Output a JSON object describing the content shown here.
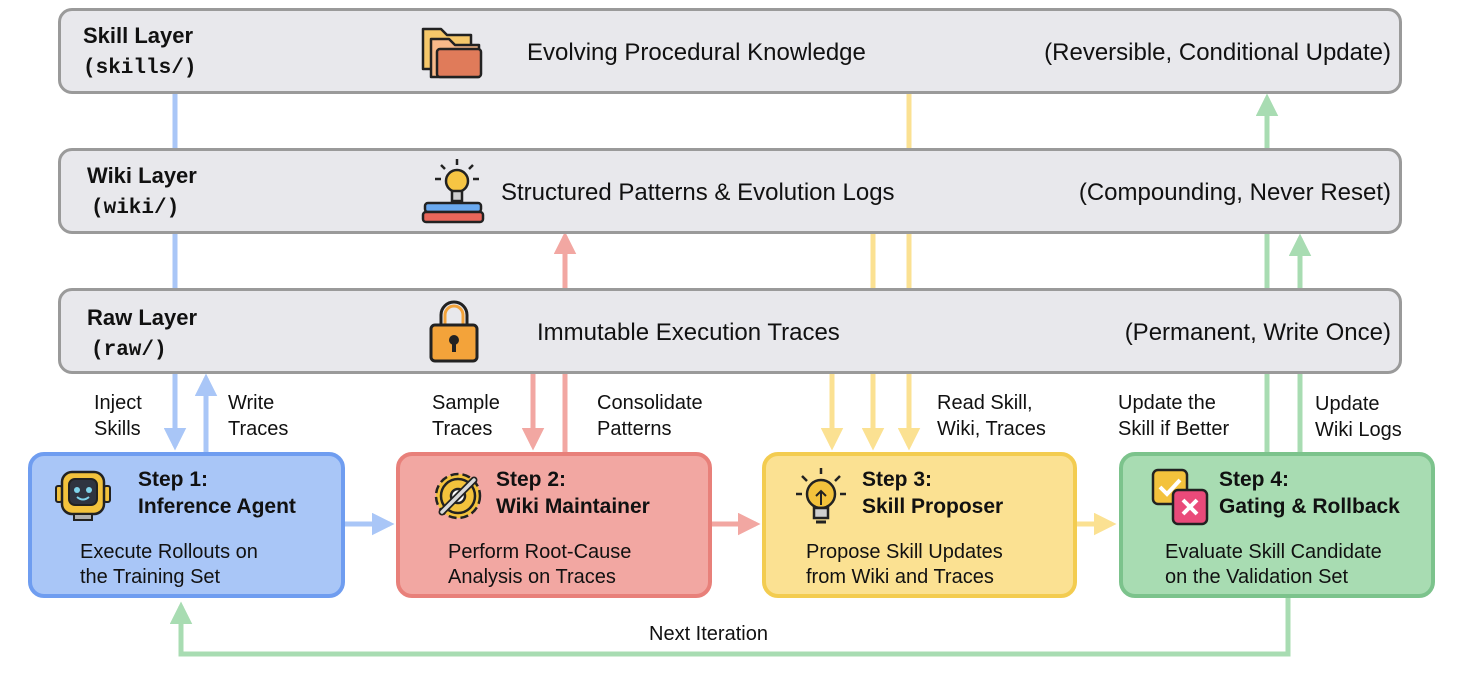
{
  "layers": {
    "skill": {
      "name": "Skill Layer",
      "dir": "(skills/)",
      "desc": "Evolving Procedural Knowledge",
      "note": "(Reversible, Conditional Update)",
      "icon": "folder-icon"
    },
    "wiki": {
      "name": "Wiki Layer",
      "dir": "(wiki/)",
      "desc": "Structured Patterns & Evolution Logs",
      "note": "(Compounding, Never Reset)",
      "icon": "lightbulb-books-icon"
    },
    "raw": {
      "name": "Raw Layer",
      "dir": "(raw/)",
      "desc": "Immutable Execution Traces",
      "note": "(Permanent, Write Once)",
      "icon": "padlock-icon"
    }
  },
  "steps": [
    {
      "title1": "Step 1:",
      "title2": "Inference Agent",
      "desc1": "Execute Rollouts on",
      "desc2": "the Training Set",
      "icon": "robot-icon",
      "color": "#6f9df0"
    },
    {
      "title1": "Step 2:",
      "title2": "Wiki Maintainer",
      "desc1": "Perform Root-Cause",
      "desc2": "Analysis on Traces",
      "icon": "gear-wrench-icon",
      "color": "#e8807a"
    },
    {
      "title1": "Step 3:",
      "title2": "Skill Proposer",
      "desc1": "Propose Skill Updates",
      "desc2": "from Wiki and Traces",
      "icon": "lightbulb-icon",
      "color": "#f3cc50"
    },
    {
      "title1": "Step 4:",
      "title2": "Gating & Rollback",
      "desc1": "Evaluate Skill Candidate",
      "desc2": "on the Validation Set",
      "icon": "check-cross-icon",
      "color": "#7cc38c"
    }
  ],
  "edge_labels": {
    "inject_1": "Inject",
    "inject_2": "Skills",
    "write_1": "Write",
    "write_2": "Traces",
    "sample_1": "Sample",
    "sample_2": "Traces",
    "consolidate_1": "Consolidate",
    "consolidate_2": "Patterns",
    "read_1": "Read Skill,",
    "read_2": "Wiki, Traces",
    "update_skill_1": "Update the",
    "update_skill_2": "Skill if Better",
    "update_wiki_1": "Update",
    "update_wiki_2": "Wiki Logs",
    "next_iteration": "Next Iteration"
  },
  "colors": {
    "blue": "#a9c6f7",
    "red": "#f2a7a2",
    "yellow": "#fbe192",
    "green": "#a8dcb2",
    "layer_fill": "#e8e8ec",
    "layer_border": "#9a9a9a"
  }
}
